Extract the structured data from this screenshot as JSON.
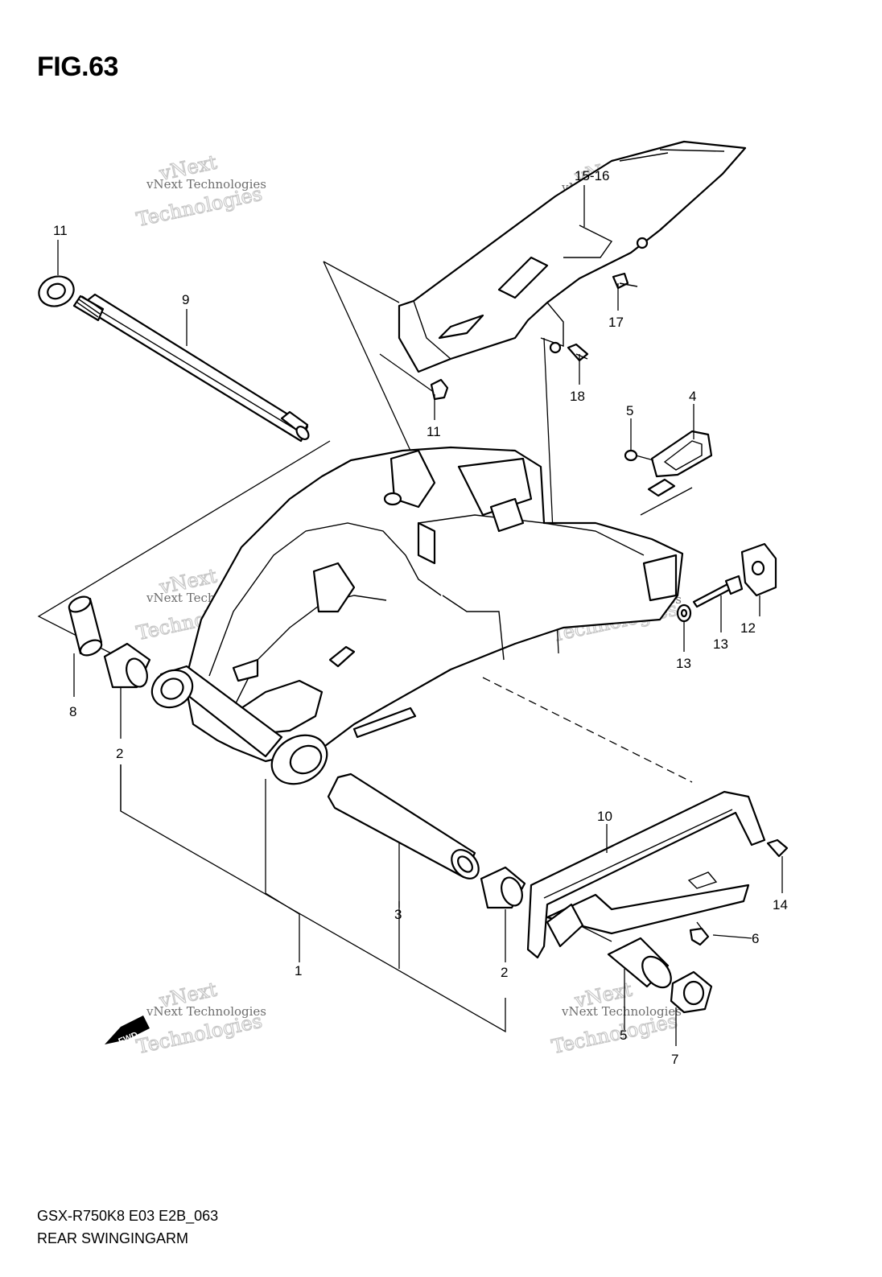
{
  "figure": {
    "title": "FIG.63"
  },
  "footer": {
    "code": "GSX-R750K8 E03 E2B_063",
    "caption": "REAR SWINGINGARM"
  },
  "fwd_label": "FWD",
  "watermark": {
    "line1": "vNext Technologies",
    "line2": "vNext",
    "line3": "Technologies"
  },
  "callouts": [
    {
      "id": "c1",
      "text": "1"
    },
    {
      "id": "c2a",
      "text": "2"
    },
    {
      "id": "c2b",
      "text": "2"
    },
    {
      "id": "c3",
      "text": "3"
    },
    {
      "id": "c4",
      "text": "4"
    },
    {
      "id": "c5a",
      "text": "5"
    },
    {
      "id": "c5b",
      "text": "5"
    },
    {
      "id": "c6",
      "text": "6"
    },
    {
      "id": "c7",
      "text": "7"
    },
    {
      "id": "c8",
      "text": "8"
    },
    {
      "id": "c9",
      "text": "9"
    },
    {
      "id": "c10",
      "text": "10"
    },
    {
      "id": "c11a",
      "text": "11"
    },
    {
      "id": "c11b",
      "text": "11"
    },
    {
      "id": "c12",
      "text": "12"
    },
    {
      "id": "c13a",
      "text": "13"
    },
    {
      "id": "c13b",
      "text": "13"
    },
    {
      "id": "c14",
      "text": "14"
    },
    {
      "id": "c15",
      "text": "15-16"
    },
    {
      "id": "c17",
      "text": "17"
    },
    {
      "id": "c18",
      "text": "18"
    }
  ]
}
